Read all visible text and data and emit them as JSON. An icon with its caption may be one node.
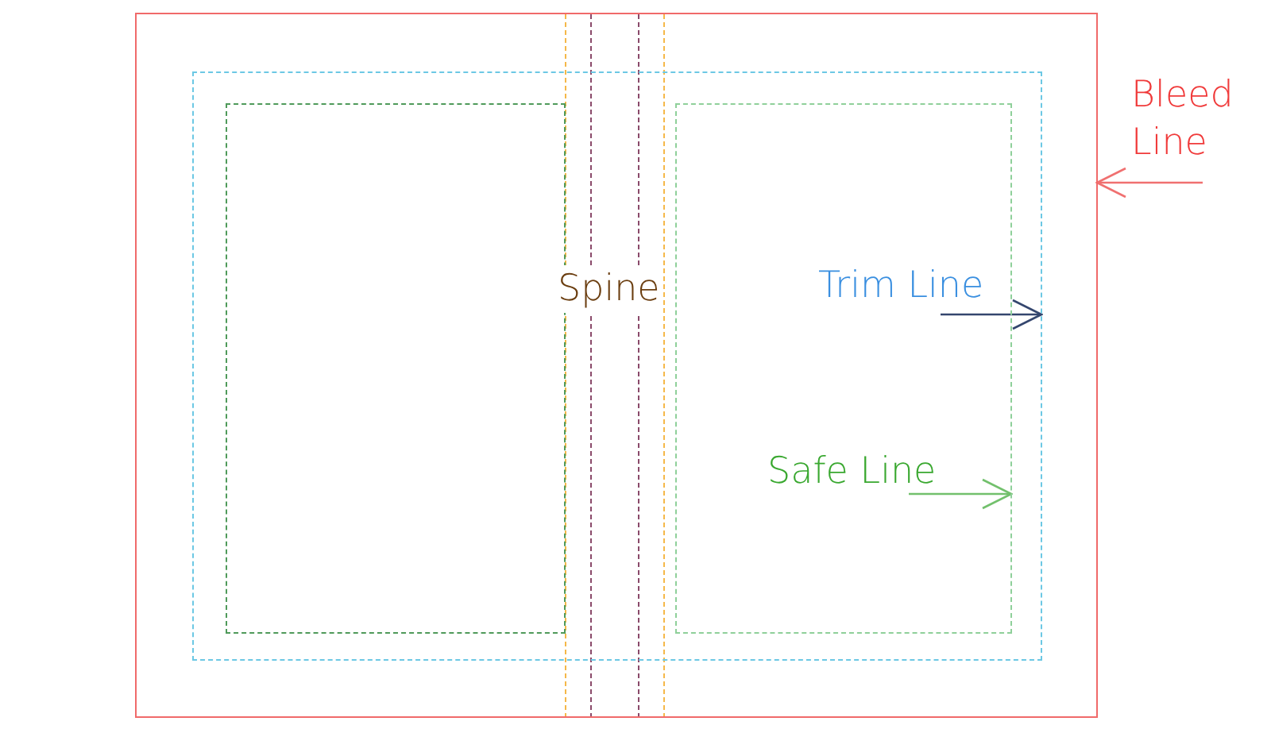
{
  "diagram": {
    "nodes": [
      {
        "text": [],
        "shape": "box"
      },
      {
        "text": [],
        "shape": "box",
        "in": 0
      },
      {
        "text": [],
        "shape": "box",
        "in": 1
      },
      {
        "text": [],
        "shape": "box",
        "in": 1
      },
      {
        "text": [
          "Bleed Line"
        ]
      },
      {
        "text": [
          "Trim Line"
        ],
        "in": 3
      },
      {
        "text": [
          "Safe Line"
        ],
        "in": 3
      }
    ],
    "edges": [
      {
        "from": 4,
        "to": 0,
        "arrow": "to",
        "color": "#f07070"
      },
      {
        "from": 5,
        "to": 1,
        "arrow": "to",
        "color": "#34466e"
      },
      {
        "from": 6,
        "to": 3,
        "arrow": "to",
        "color": "#72c06c"
      }
    ],
    "labels": [
      "Spine"
    ]
  }
}
